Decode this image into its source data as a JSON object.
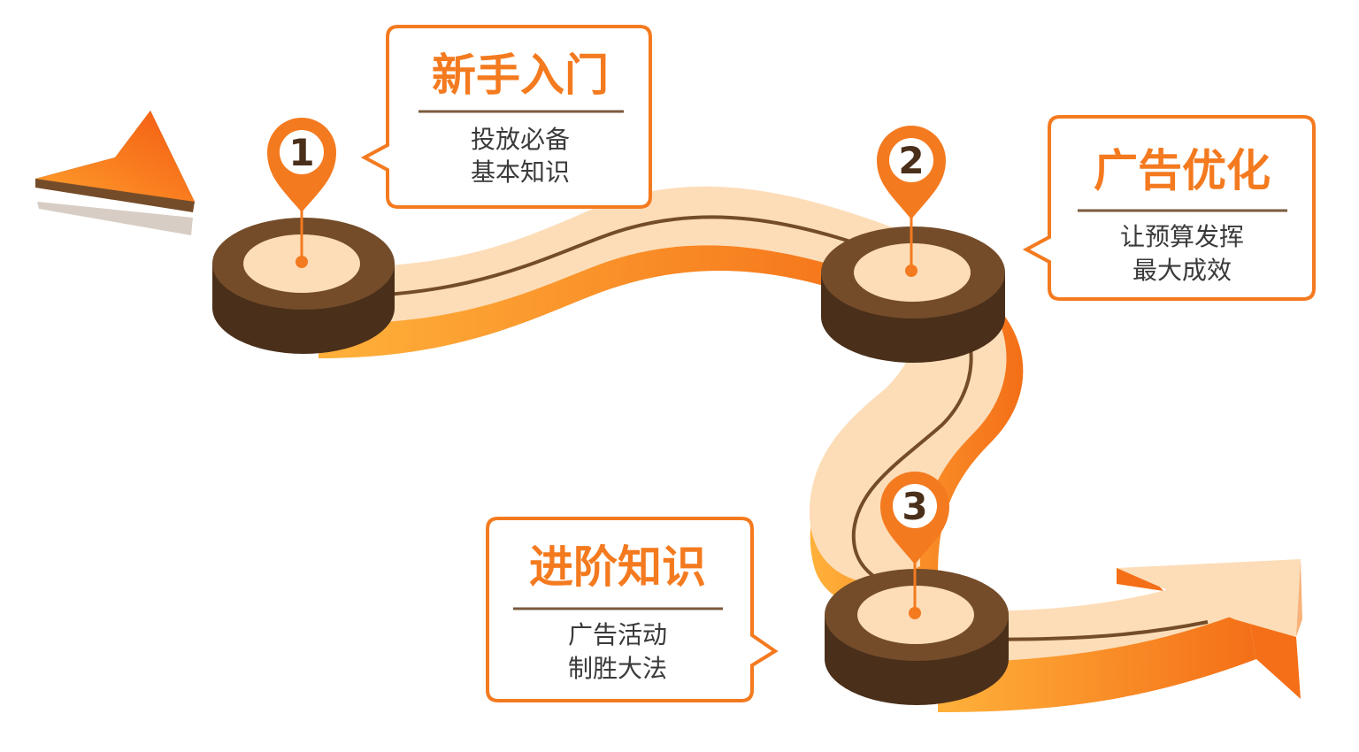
{
  "colors": {
    "orange": "#F47A1F",
    "orange_light": "#FF9E2C",
    "cream": "#FDDDB8",
    "brown": "#744C2A",
    "brown_dark": "#4A2F1A",
    "shadow": "#D7CDC4",
    "divider": "#7A5A3E",
    "body_text": "#3A3A3A"
  },
  "steps": [
    {
      "number": "1",
      "title": "新手入门",
      "lines": [
        "投放必备",
        "基本知识"
      ]
    },
    {
      "number": "2",
      "title": "广告优化",
      "lines": [
        "让预算发挥",
        "最大成效"
      ]
    },
    {
      "number": "3",
      "title": "进阶知识",
      "lines": [
        "广告活动",
        "制胜大法"
      ]
    }
  ]
}
